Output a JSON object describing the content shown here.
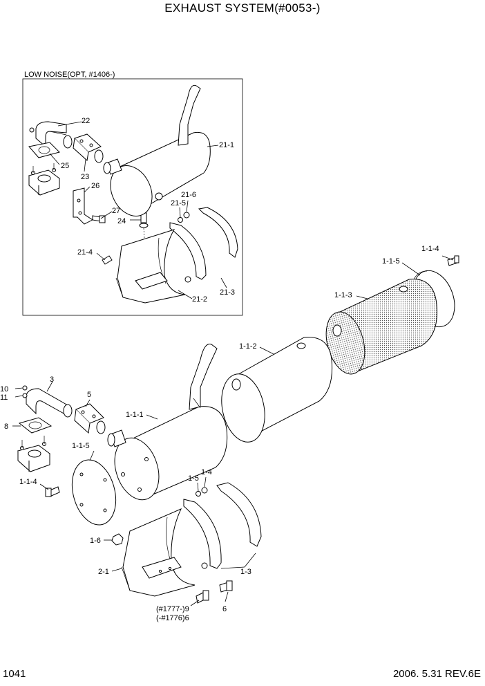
{
  "title": "EXHAUST SYSTEM(#0053-)",
  "inset_title": "LOW NOISE(OPT, #1406-)",
  "footer": {
    "page_number": "1041",
    "revision": "2006. 5.31  REV.6E"
  },
  "callouts": {
    "c22": "22",
    "c25": "25",
    "c23": "23",
    "c26": "26",
    "c27": "27",
    "c24": "24",
    "c21_1": "21-1",
    "c21_6": "21-6",
    "c21_5": "21-5",
    "c21_4": "21-4",
    "c21_2": "21-2",
    "c21_3": "21-3",
    "c1_1_4a": "1-1-4",
    "c1_1_5a": "1-1-5",
    "c1_1_3": "1-1-3",
    "c1_1_2": "1-1-2",
    "c10": "10",
    "c11": "11",
    "c3": "3",
    "c5": "5",
    "c8": "8",
    "c1_1_1": "1-1-1",
    "c1_1_5b": "1-1-5",
    "c1_1_4b": "1-1-4",
    "c1_5": "1-5",
    "c1_4": "1-4",
    "c1_6": "1-6",
    "c2_1": "2-1",
    "c1_3": "1-3",
    "c9": "(#1777-)9",
    "c6a": "(-#1776)6",
    "c6b": "6"
  }
}
